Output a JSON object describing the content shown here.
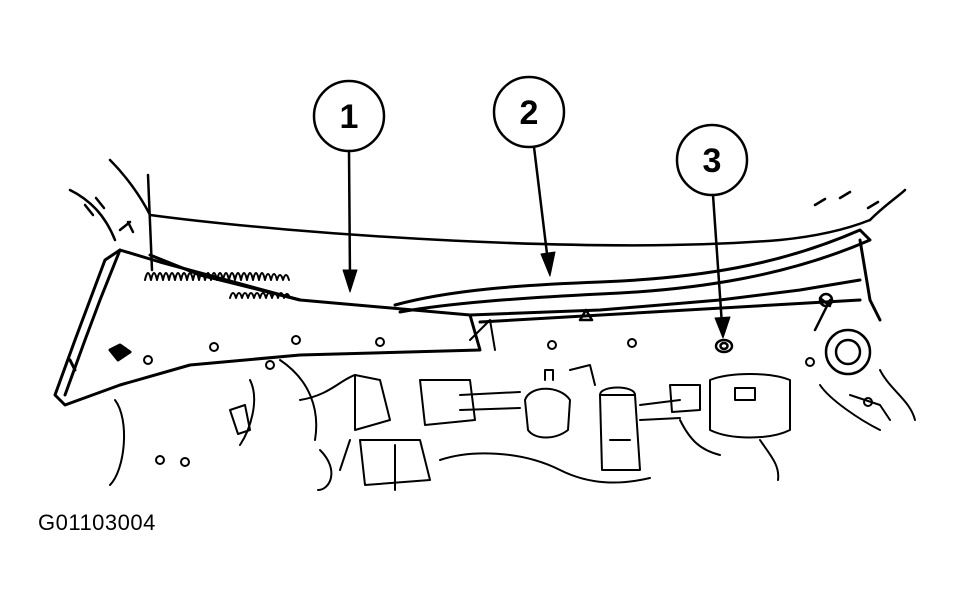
{
  "figure": {
    "code": "G01103004",
    "line_color": "#000000",
    "background": "#ffffff"
  },
  "callouts": [
    {
      "number": "1"
    },
    {
      "number": "2"
    },
    {
      "number": "3"
    }
  ]
}
